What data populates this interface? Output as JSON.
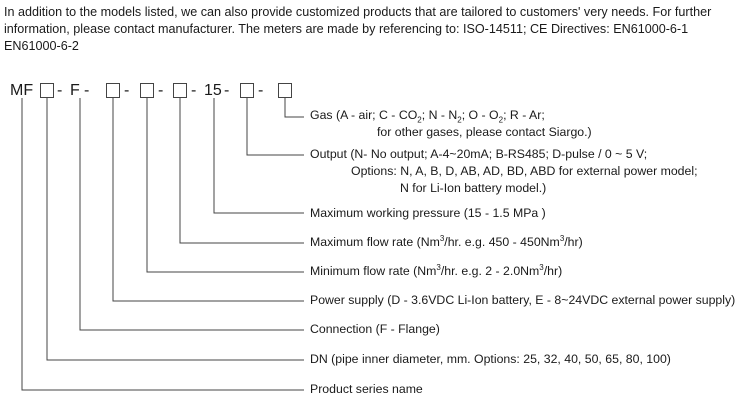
{
  "intro": {
    "line1": "In addition to the models listed, we can also provide customized products that are tailored to customers' very needs. For further",
    "line2": "information, please contact manufacturer. The meters are made by referencing to: ISO-14511; CE Directives: EN61000-6-1",
    "line3": "EN61000-6-2"
  },
  "code": {
    "prefix": "MF",
    "d1": "-",
    "flange": "F",
    "d2": "-",
    "d3": "-",
    "d4": "-",
    "d5": "-",
    "pressure": "15",
    "d6": "-",
    "d7": "-"
  },
  "fields": {
    "gas": {
      "a": "Gas (A - air; C - CO",
      "a_sub": "2",
      "b": "; N - N",
      "b_sub": "2",
      "c": "; O - O",
      "c_sub": "2",
      "d": "; R - Ar;",
      "line2": "for other gases, please contact Siargo.)"
    },
    "output": {
      "line1": "Output (N- No output; A-4~20mA; B-RS485; D-pulse / 0 ~ 5 V;",
      "line2": "Options: N, A, B, D, AB, AD, BD, ABD for external power model;",
      "line3": "N for Li-Ion battery model.)"
    },
    "pressure": "Maximum working pressure (15 - 1.5 MPa )",
    "max_flow": {
      "a": "Maximum flow rate (Nm",
      "sup1": "3",
      "b": "/hr. e.g. 450 - 450Nm",
      "sup2": "3",
      "c": "/hr)"
    },
    "min_flow": {
      "a": "Minimum flow rate (Nm",
      "sup1": "3",
      "b": "/hr. e.g. 2 - 2.0Nm",
      "sup2": "3",
      "c": "/hr)"
    },
    "power": "Power supply (D - 3.6VDC Li-Ion battery, E - 8~24VDC external power supply)",
    "connection": "Connection (F - Flange)",
    "dn": "DN (pipe inner diameter, mm. Options: 25, 32, 40, 50, 65, 80, 100)",
    "series": "Product series name"
  }
}
